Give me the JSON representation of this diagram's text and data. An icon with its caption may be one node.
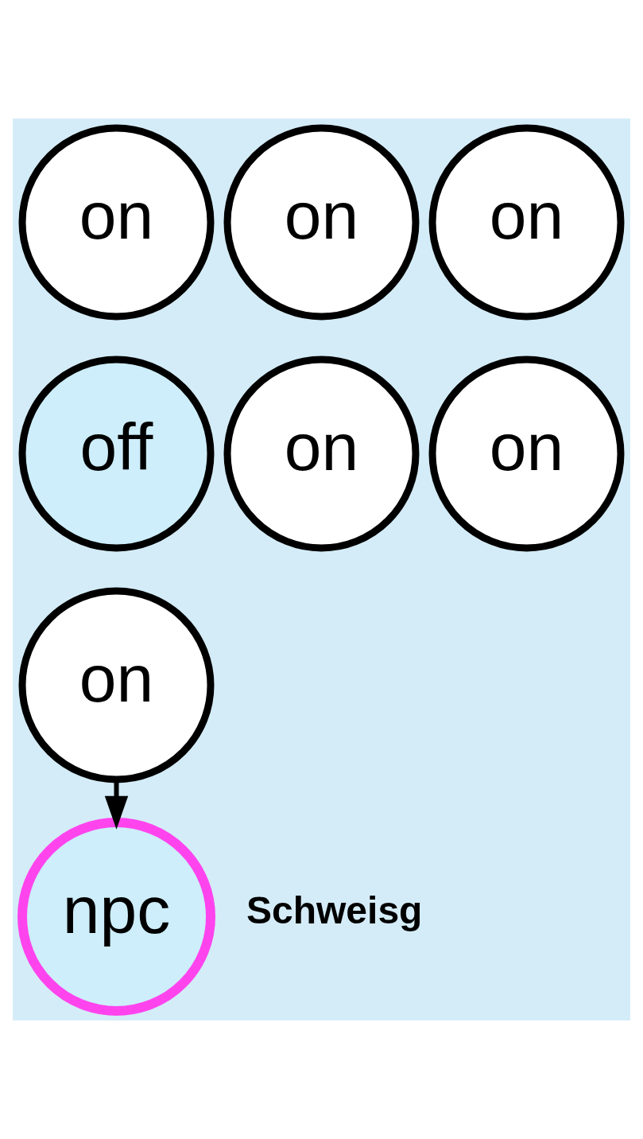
{
  "diagram": {
    "nodes": [
      {
        "text": [
          "on"
        ]
      },
      {
        "text": [
          "on"
        ]
      },
      {
        "text": [
          "on"
        ]
      },
      {
        "text": [
          "off"
        ]
      },
      {
        "text": [
          "on"
        ]
      },
      {
        "text": [
          "on"
        ]
      },
      {
        "text": [
          "on"
        ]
      },
      {
        "text": [
          "npc"
        ]
      }
    ],
    "edges": [
      {
        "from": 6,
        "to": 7,
        "arrow": "to"
      }
    ],
    "labels": [
      "Schweisg"
    ]
  }
}
